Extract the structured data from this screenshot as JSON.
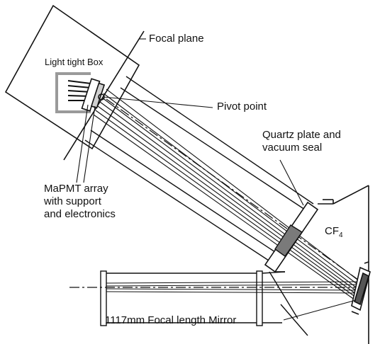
{
  "labels": {
    "focal_plane": "Focal plane",
    "light_tight_box": "Light tight Box",
    "pivot_point": "Pivot point",
    "quartz_plate": "Quartz plate and\nvacuum seal",
    "mapmt_array": "MaPMT array\nwith support\nand electronics",
    "cf4_main": "CF",
    "cf4_sub": "4",
    "mirror": "1117mm Focal length Mirror"
  },
  "colors": {
    "ink": "#111111",
    "support_gray": "#9a9a9a",
    "quartz_gray": "#7a7a7a"
  },
  "icons": {
    "pivot_marker": "pivot-circle-icon"
  }
}
